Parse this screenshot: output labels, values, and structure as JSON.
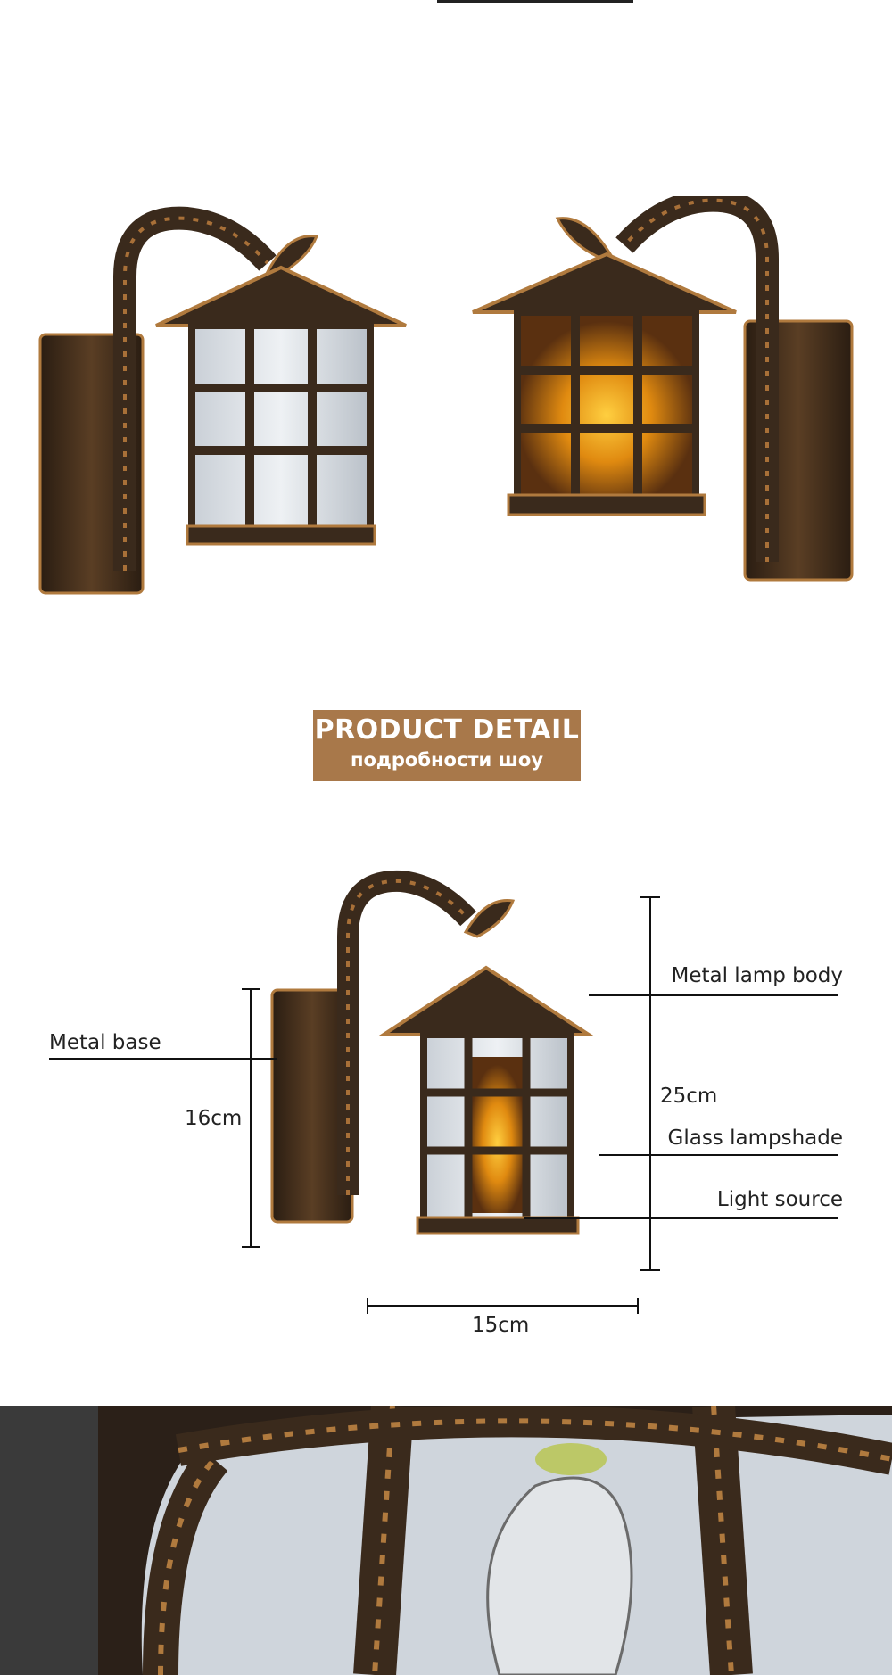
{
  "banner": {
    "title": "PRODUCT DETAIL",
    "subtitle": "подробности шоу"
  },
  "labels": {
    "metal_lamp_body": "Metal lamp body",
    "metal_base": "Metal base",
    "height_base": "16cm",
    "height_total": "25cm",
    "glass_lampshade": "Glass lampshade",
    "light_source": "Light source",
    "width": "15cm"
  },
  "colors": {
    "banner": "#a8784a",
    "bronze": "#3a2a1c",
    "rust": "#b07a3e",
    "glow": "#f0a020"
  }
}
